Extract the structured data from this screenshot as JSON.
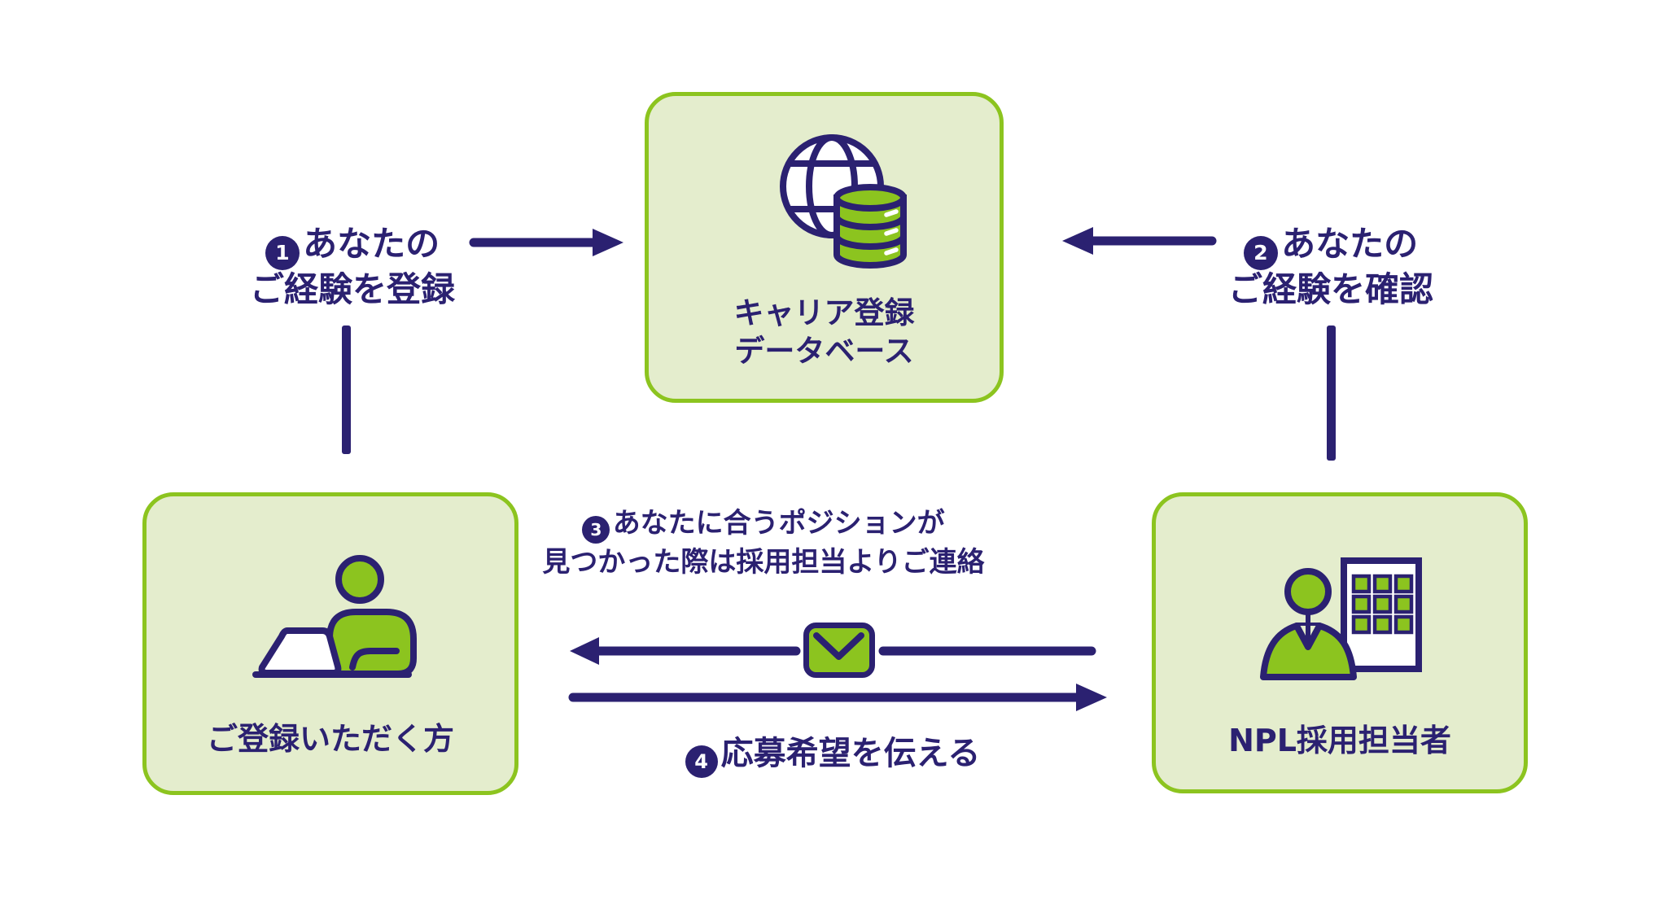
{
  "colors": {
    "navy": "#2b2171",
    "green": "#8cc41f",
    "box_fill": "#e4edcd",
    "box_border": "#8cc41f"
  },
  "nodes": {
    "database": {
      "icon": "globe-database-icon",
      "line1": "キャリア登録",
      "line2": "データベース"
    },
    "registrant": {
      "icon": "person-laptop-icon",
      "label": "ご登録いただく方"
    },
    "recruiter": {
      "icon": "person-building-icon",
      "label": "NPL採用担当者"
    }
  },
  "steps": [
    {
      "num": "1",
      "line1": "あなたの",
      "line2": "ご経験を登録"
    },
    {
      "num": "2",
      "line1": "あなたの",
      "line2": "ご経験を確認"
    },
    {
      "num": "3",
      "line1": "あなたに合うポジションが",
      "line2": "見つかった際は採用担当よりご連絡"
    },
    {
      "num": "4",
      "line1": "応募希望を伝える"
    }
  ],
  "icons": {
    "message": "envelope-icon"
  }
}
